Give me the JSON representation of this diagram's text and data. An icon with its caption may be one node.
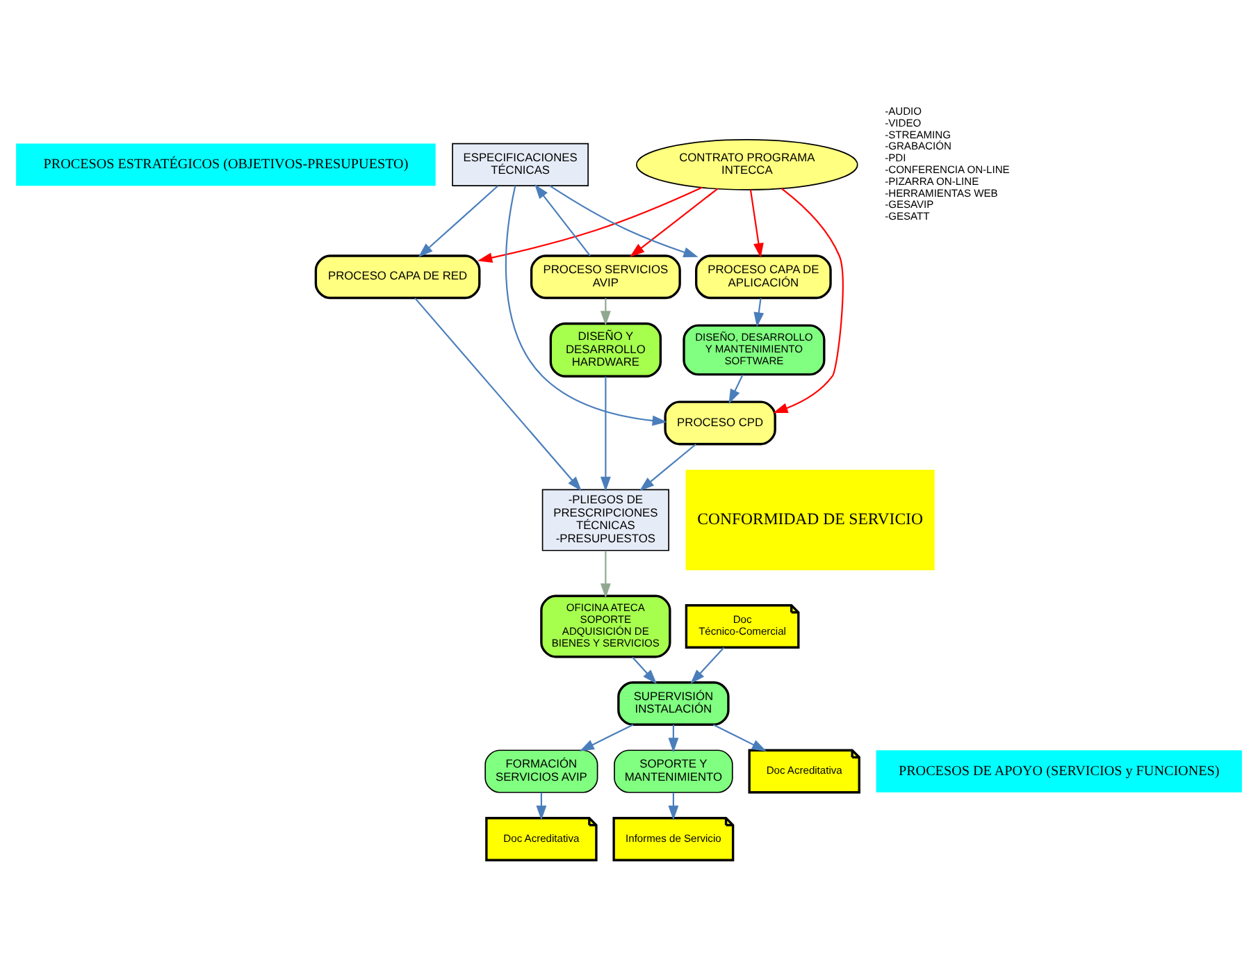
{
  "diagram": {
    "nodes": [
      {
        "text": [
          "PROCESOS ESTRATÉGICOS (OBJETIVOS-PRESUPUESTO)"
        ]
      },
      {
        "text": [
          "CONTRATO PROGRAMA INTECCA"
        ]
      },
      {
        "text": [
          "PROCESO SERVICIOS AVIP"
        ]
      },
      {
        "text": [
          "DISEÑO Y DESARROLLO HARDWARE"
        ]
      },
      {
        "text": [
          "OFICINA ATECA SOPORTE ADQUISICIÓN DE BIENES Y SERVICIOS"
        ]
      },
      {
        "text": [
          "ESPECIFICACIONES TÉCNICAS"
        ]
      },
      {
        "text": [
          "PROCESO CPD"
        ]
      },
      {
        "text": [
          "PROCESO CAPA DE APLICACIÓN"
        ]
      },
      {
        "text": [
          "DISEÑO, DESARROLLO Y MANTENIMIENTO SOFTWARE"
        ]
      },
      {
        "text": [
          "PROCESO CAPA DE RED"
        ]
      },
      {
        "text": [
          "-PLIEGOS DE PRESCRIPCIONES TÉCNICAS -PRESUPUESTOS"
        ]
      },
      {
        "text": [
          "Doc Técnico-Comercial"
        ]
      },
      {
        "text": [
          "SUPERVISIÓN INSTALACIÓN"
        ]
      },
      {
        "text": [
          "FORMACIÓN SERVICIOS AVIP"
        ]
      },
      {
        "text": [
          "SOPORTE Y MANTENIMIENTO"
        ]
      },
      {
        "text": [
          "Doc Acreditativa"
        ]
      },
      {
        "text": [
          "Doc Acreditativa"
        ]
      },
      {
        "text": [
          "Informes de Servicio"
        ]
      },
      {
        "text": [
          "CONFORMIDAD DE SERVICIO"
        ]
      },
      {
        "text": [
          "PROCESOS DE APOYO (SERVICIOS y FUNCIONES)"
        ]
      }
    ],
    "edges": [
      {
        "from": 1,
        "to": 2,
        "arrow": "to",
        "color": "#ff0000"
      },
      {
        "from": 1,
        "to": 6,
        "arrow": "to",
        "color": "#ff0000"
      },
      {
        "from": 1,
        "to": 7,
        "arrow": "to",
        "color": "#ff0000"
      },
      {
        "from": 1,
        "to": 9,
        "arrow": "to",
        "color": "#ff0000"
      },
      {
        "from": 2,
        "to": 3,
        "arrow": "to",
        "color": "#8fa88f"
      },
      {
        "from": 2,
        "to": 5,
        "arrow": "to"
      },
      {
        "from": 5,
        "to": 6,
        "arrow": "to"
      },
      {
        "from": 5,
        "to": 7,
        "arrow": "to"
      },
      {
        "from": 5,
        "to": 9,
        "arrow": "to"
      },
      {
        "from": 7,
        "to": 8,
        "arrow": "to"
      },
      {
        "from": 8,
        "to": 6,
        "arrow": "to"
      },
      {
        "from": 3,
        "to": 10,
        "arrow": "to"
      },
      {
        "from": 6,
        "to": 10,
        "arrow": "to"
      },
      {
        "from": 9,
        "to": 10,
        "arrow": "to"
      },
      {
        "from": 10,
        "to": 4,
        "arrow": "to",
        "color": "#8fa88f"
      },
      {
        "from": 4,
        "to": 12,
        "arrow": "to"
      },
      {
        "from": 11,
        "to": 12,
        "arrow": "to"
      },
      {
        "from": 12,
        "to": 15,
        "arrow": "to"
      },
      {
        "from": 12,
        "to": 13,
        "arrow": "to"
      },
      {
        "from": 12,
        "to": 14,
        "arrow": "to"
      },
      {
        "from": 13,
        "to": 16,
        "arrow": "to"
      },
      {
        "from": 14,
        "to": 17,
        "arrow": "to"
      }
    ],
    "labels": [
      "-AUDIO -VIDEO -STREAMING -GRABACIÓN -PDI -CONFERENCIA ON-LINE -PIZARRA ON-LINE -HERRAMIENTAS WEB -GESAVIP -GESATT"
    ]
  }
}
